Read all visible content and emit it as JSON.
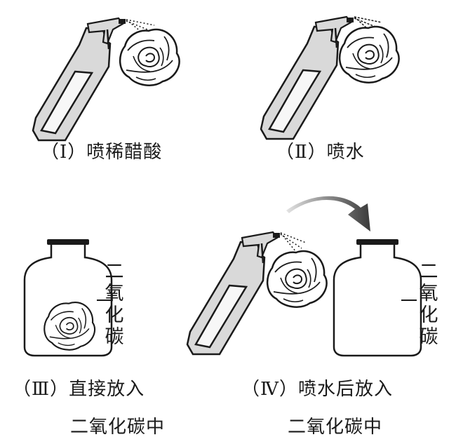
{
  "panels": [
    {
      "id": "I",
      "caption": "（Ⅰ）喷稀醋酸"
    },
    {
      "id": "II",
      "caption": "（Ⅱ）喷水"
    },
    {
      "id": "III",
      "caption_line1": "（Ⅲ）直接放入",
      "caption_line2": "二氧化碳中",
      "jar_label": [
        "二",
        "氧",
        "化",
        "碳"
      ]
    },
    {
      "id": "IV",
      "caption_line1": "（Ⅳ）喷水后放入",
      "caption_line2": "二氧化碳中",
      "jar_label": [
        "二",
        "氧",
        "化",
        "碳"
      ]
    }
  ],
  "icons": [
    "spray-bottle-icon",
    "flower-icon",
    "gas-jar-icon",
    "curved-arrow-icon"
  ],
  "colors": {
    "ink": "#1a1a1a",
    "bottle_fill": "#d9d9d9",
    "arrow_dark": "#3a3a3a",
    "arrow_light": "#d0d0d0"
  }
}
